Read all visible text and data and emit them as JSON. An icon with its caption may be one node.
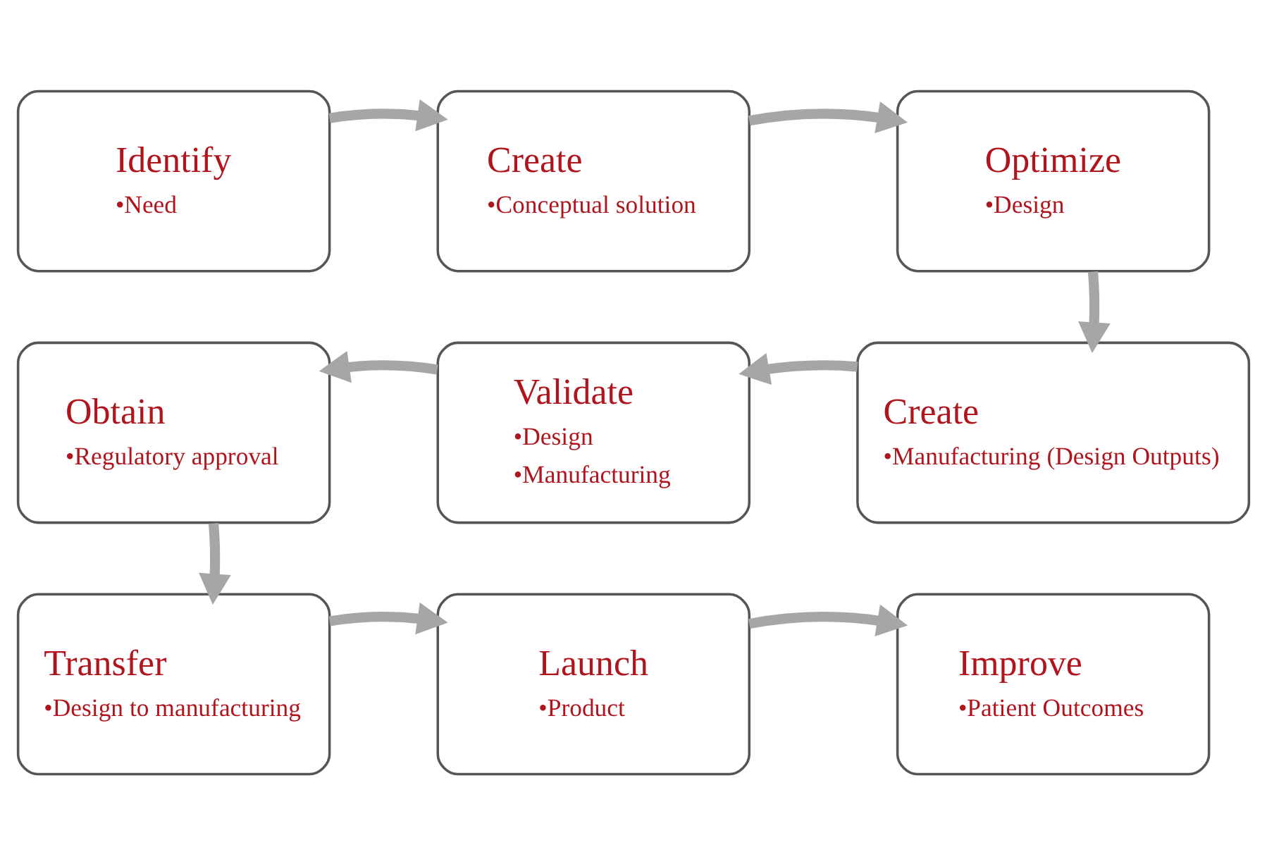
{
  "diagram": {
    "nodes": [
      {
        "text": [
          "Identify",
          "•Need"
        ]
      },
      {
        "text": [
          "Create",
          "•Conceptual solution"
        ]
      },
      {
        "text": [
          "Optimize",
          "•Design"
        ]
      },
      {
        "text": [
          "Create",
          "•Manufacturing (Design Outputs)"
        ]
      },
      {
        "text": [
          "Validate",
          "•Design",
          "•Manufacturing"
        ]
      },
      {
        "text": [
          "Obtain",
          "•Regulatory approval"
        ]
      },
      {
        "text": [
          "Transfer",
          "•Design to manufacturing"
        ]
      },
      {
        "text": [
          "Launch",
          "•Product"
        ]
      },
      {
        "text": [
          "Improve",
          "•Patient Outcomes"
        ]
      }
    ],
    "edges": [
      {
        "from": 0,
        "to": 1,
        "arrow": "to"
      },
      {
        "from": 1,
        "to": 2,
        "arrow": "to"
      },
      {
        "from": 2,
        "to": 3,
        "arrow": "to"
      },
      {
        "from": 3,
        "to": 4,
        "arrow": "to"
      },
      {
        "from": 4,
        "to": 5,
        "arrow": "to"
      },
      {
        "from": 5,
        "to": 6,
        "arrow": "to"
      },
      {
        "from": 6,
        "to": 7,
        "arrow": "to"
      },
      {
        "from": 7,
        "to": 8,
        "arrow": "to"
      }
    ]
  }
}
